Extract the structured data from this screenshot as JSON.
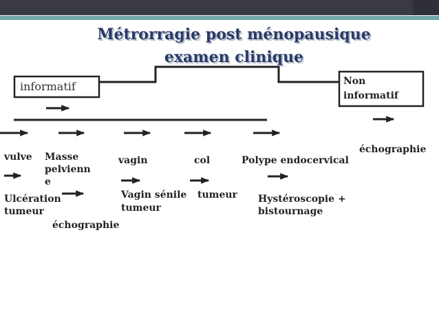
{
  "title": {
    "line1": "Métrorragie post ménopausique",
    "line2": "examen clinique"
  },
  "branches": {
    "informatif": "informatif",
    "non_informatif_line1": "Non",
    "non_informatif_line2": "informatif"
  },
  "findings": {
    "vulve": "vulve",
    "masse_line1": "Masse",
    "masse_line2": "pelvienn",
    "masse_line3": "e",
    "vagin": "vagin",
    "col": "col",
    "polype": "Polype endocervical"
  },
  "actions": {
    "echographie_right": "échographie",
    "ulceration_line1": "Ulcération",
    "ulceration_line2": "tumeur",
    "echographie_masse": "échographie",
    "vagin_senile_line1": "Vagin sénile",
    "vagin_senile_line2": "tumeur",
    "col_tumeur": "tumeur",
    "hysteroscopie_line1": "Hystéroscopie +",
    "hysteroscopie_line2": "bistournage"
  },
  "colors": {
    "title": "#283a66",
    "band": "#3a3a45",
    "accent": "#6fa8a6",
    "line": "#222222"
  }
}
